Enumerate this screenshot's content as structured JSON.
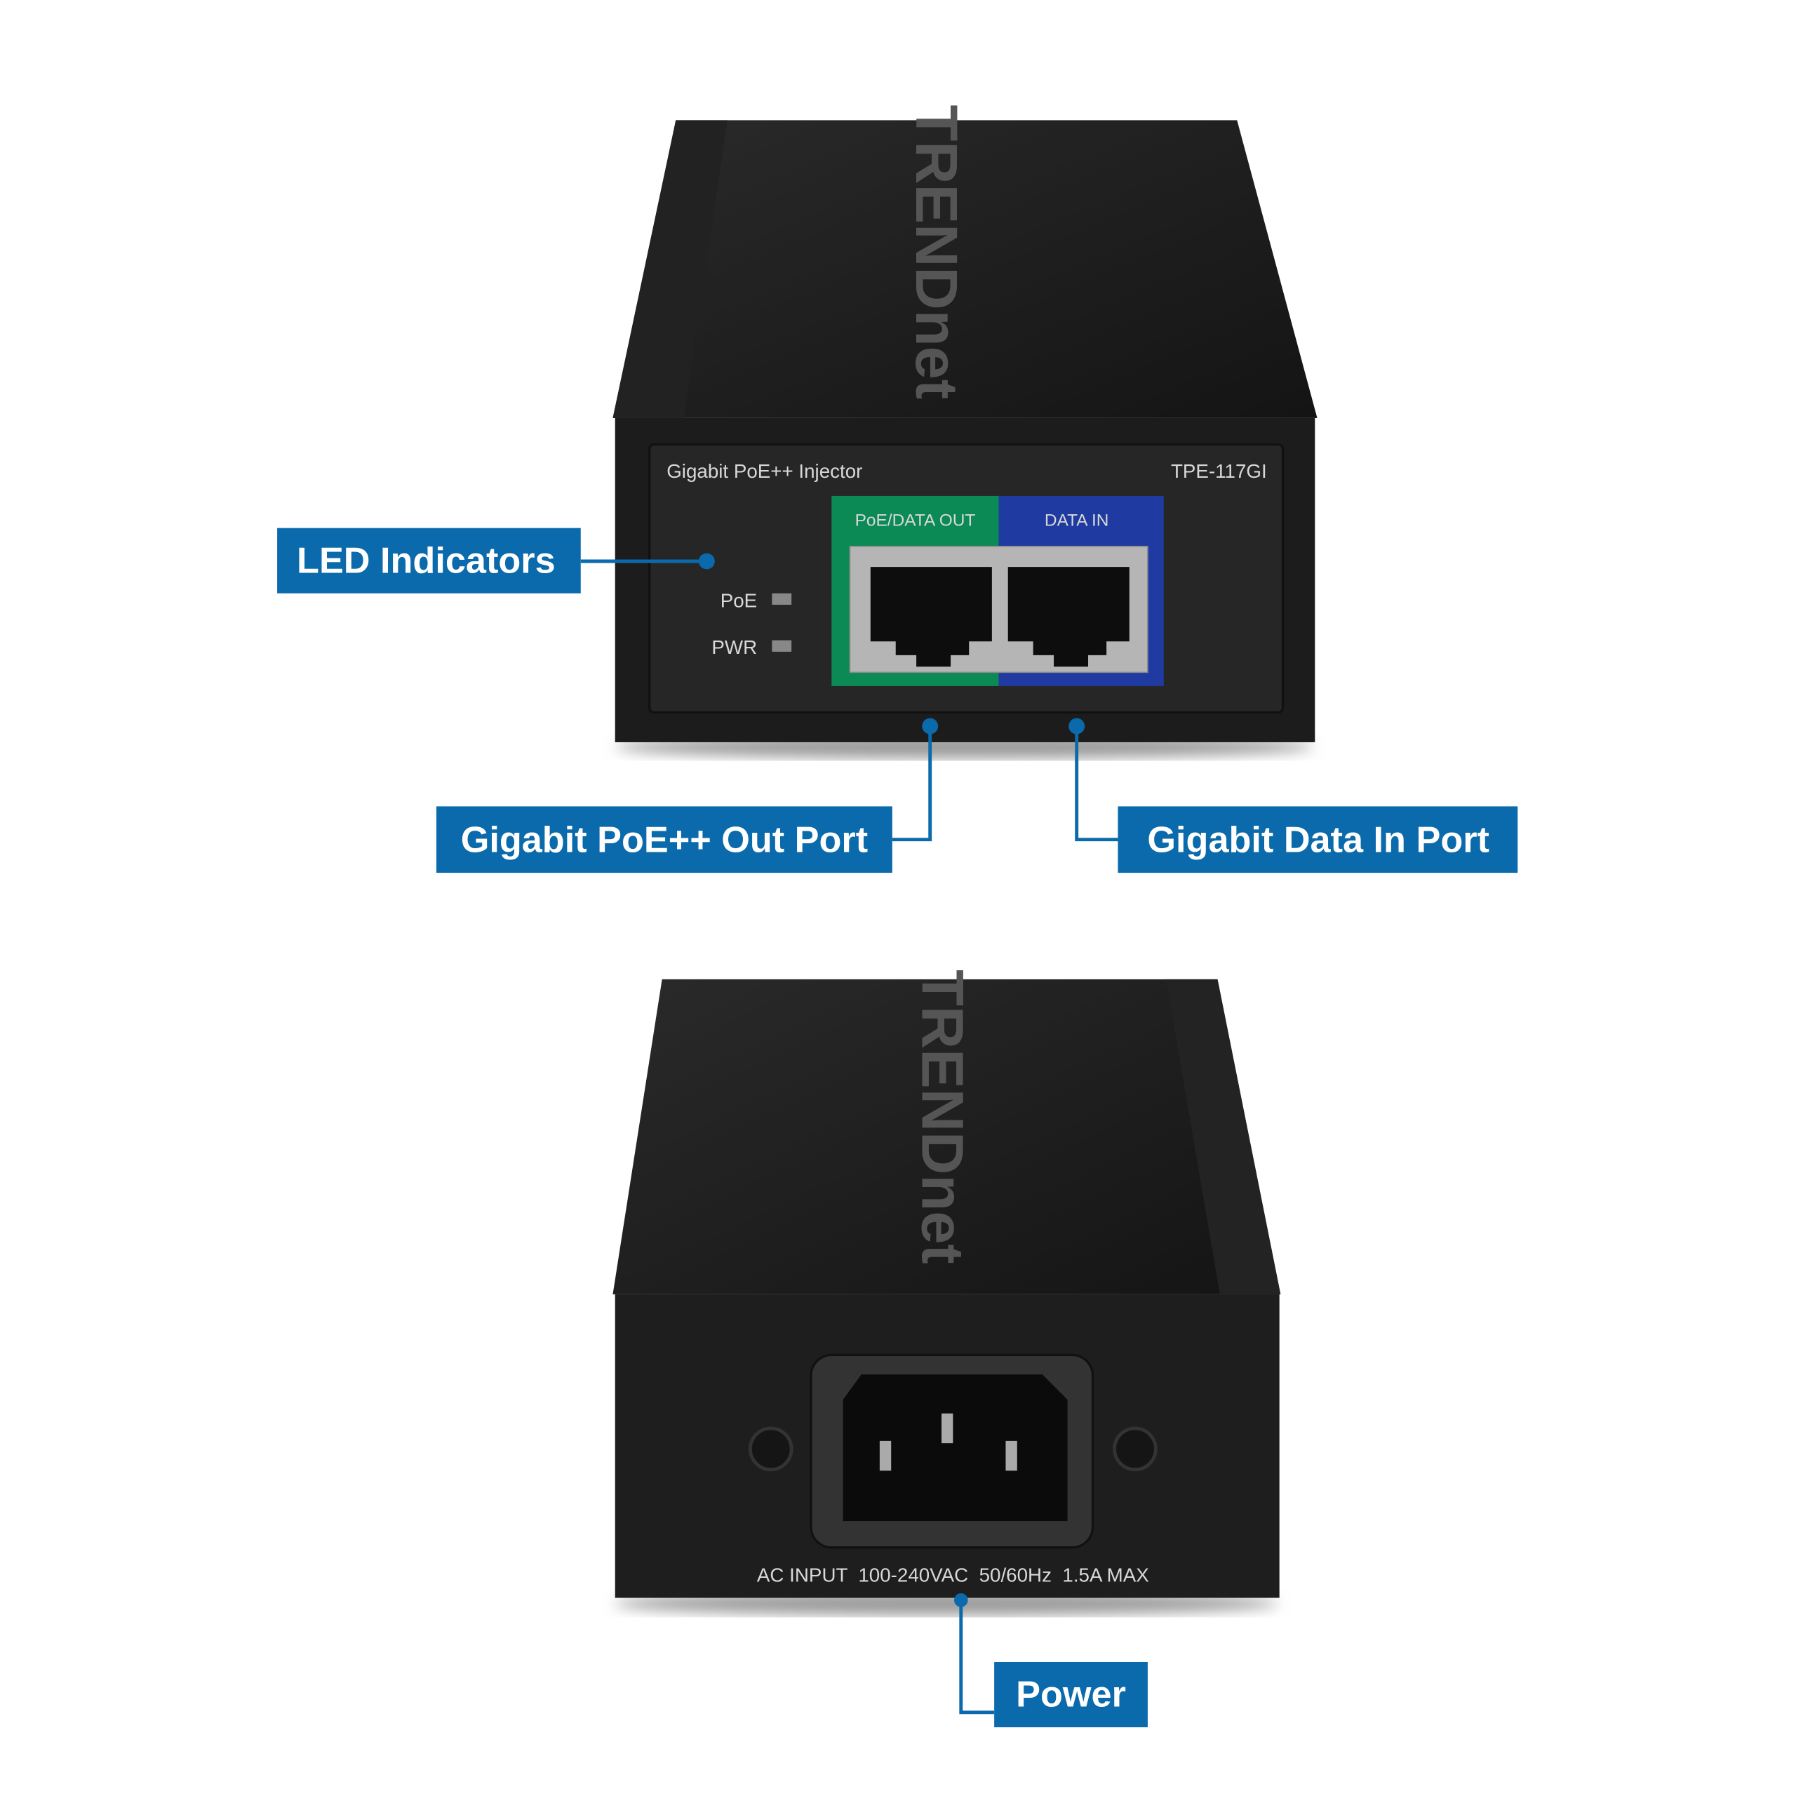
{
  "colors": {
    "callout": "#0a6aab",
    "poe_out_zone": "#0b8a55",
    "data_in_zone": "#1f3aa0",
    "device_body": "#1a1a1a"
  },
  "top_device": {
    "brand_logo": "TRENDnet",
    "product_name": "Gigabit PoE++ Injector",
    "model": "TPE-117GI",
    "port_out_label": "PoE/DATA OUT",
    "port_in_label": "DATA IN",
    "led_poe": "PoE",
    "led_pwr": "PWR"
  },
  "bottom_device": {
    "brand_logo": "TRENDnet",
    "ac_input_label": "AC INPUT  100-240VAC  50/60Hz  1.5A MAX"
  },
  "callouts": {
    "led": "LED Indicators",
    "poe_out": "Gigabit PoE++ Out Port",
    "data_in": "Gigabit Data In Port",
    "power": "Power"
  }
}
